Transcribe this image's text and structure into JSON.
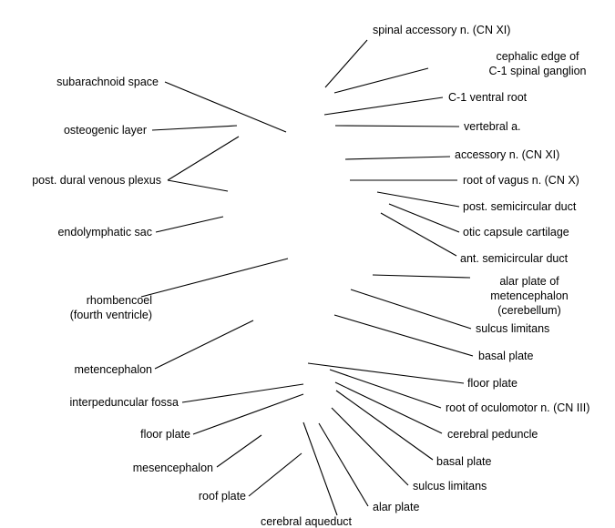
{
  "diagram": {
    "left_labels": [
      {
        "id": "subarachnoid-space",
        "lines": [
          "subarachnoid space"
        ]
      },
      {
        "id": "osteogenic-layer",
        "lines": [
          "osteogenic layer"
        ]
      },
      {
        "id": "post-dural-venous-plexus",
        "lines": [
          "post. dural venous plexus"
        ]
      },
      {
        "id": "endolymphatic-sac",
        "lines": [
          "endolymphatic sac"
        ]
      },
      {
        "id": "rhombencoel",
        "lines": [
          "rhombencoel",
          "(fourth ventricle)"
        ]
      },
      {
        "id": "metencephalon",
        "lines": [
          "metencephalon"
        ]
      },
      {
        "id": "interpeduncular-fossa",
        "lines": [
          "interpeduncular fossa"
        ]
      },
      {
        "id": "floor-plate-left",
        "lines": [
          "floor plate"
        ]
      },
      {
        "id": "mesencephalon",
        "lines": [
          "mesencephalon"
        ]
      },
      {
        "id": "roof-plate",
        "lines": [
          "roof plate"
        ]
      },
      {
        "id": "cerebral-aqueduct",
        "lines": [
          "cerebral aqueduct"
        ]
      }
    ],
    "right_labels": [
      {
        "id": "spinal-accessory-n",
        "lines": [
          "spinal accessory n. (CN XI)"
        ]
      },
      {
        "id": "cephalic-edge-c1-ganglion",
        "lines": [
          "cephalic edge of",
          "C-1 spinal ganglion"
        ]
      },
      {
        "id": "c1-ventral-root",
        "lines": [
          "C-1 ventral root"
        ]
      },
      {
        "id": "vertebral-a",
        "lines": [
          "vertebral a."
        ]
      },
      {
        "id": "accessory-n",
        "lines": [
          "accessory n. (CN XI)"
        ]
      },
      {
        "id": "root-of-vagus-n",
        "lines": [
          "root of vagus n. (CN X)"
        ]
      },
      {
        "id": "post-semicircular-duct",
        "lines": [
          "post. semicircular duct"
        ]
      },
      {
        "id": "otic-capsule-cartilage",
        "lines": [
          "otic capsule cartilage"
        ]
      },
      {
        "id": "ant-semicircular-duct",
        "lines": [
          "ant. semicircular duct"
        ]
      },
      {
        "id": "alar-plate-of-metencephalon",
        "lines": [
          "alar plate of",
          "metencephalon",
          "(cerebellum)"
        ]
      },
      {
        "id": "sulcus-limitans-upper",
        "lines": [
          "sulcus limitans"
        ]
      },
      {
        "id": "basal-plate-upper",
        "lines": [
          "basal plate"
        ]
      },
      {
        "id": "floor-plate-right",
        "lines": [
          "floor plate"
        ]
      },
      {
        "id": "root-of-oculomotor-n",
        "lines": [
          "root of oculomotor n. (CN III)"
        ]
      },
      {
        "id": "cerebral-peduncle",
        "lines": [
          "cerebral peduncle"
        ]
      },
      {
        "id": "basal-plate-lower",
        "lines": [
          "basal plate"
        ]
      },
      {
        "id": "sulcus-limitans-lower",
        "lines": [
          "sulcus limitans"
        ]
      },
      {
        "id": "alar-plate",
        "lines": [
          "alar plate"
        ]
      }
    ]
  }
}
